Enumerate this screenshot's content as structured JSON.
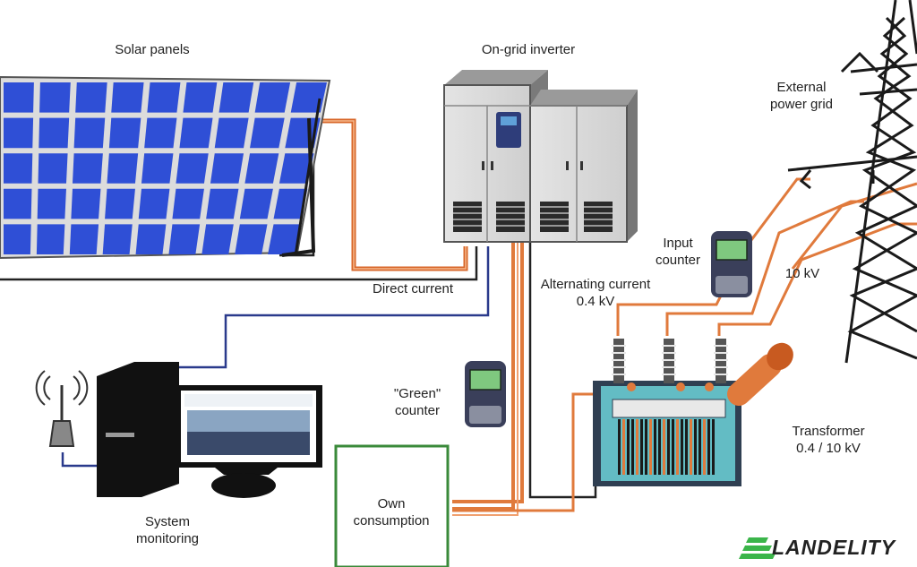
{
  "labels": {
    "solar_panels": "Solar panels",
    "inverter": "On-grid inverter",
    "grid": [
      "External",
      "power grid"
    ],
    "input_counter": [
      "Input",
      "counter"
    ],
    "grid_voltage": "10 kV",
    "direct_current": "Direct current",
    "alternating_current": [
      "Alternating current",
      "0.4 kV"
    ],
    "green_counter": [
      "\"Green\"",
      "counter"
    ],
    "transformer": [
      "Transformer",
      "0.4 / 10 kV"
    ],
    "own_consumption": [
      "Own",
      "consumption"
    ],
    "system_monitoring": [
      "System",
      "monitoring"
    ]
  },
  "brand": {
    "name": "LANDELITY"
  },
  "colors": {
    "dc_wire": "#e07a3c",
    "data_wire": "#2a3a8c",
    "panel_cell": "#2f4fd6",
    "transformer_body": "#63bcc4",
    "consumption_box": "#3a8a3a",
    "brand_green": "#3bb54a"
  }
}
